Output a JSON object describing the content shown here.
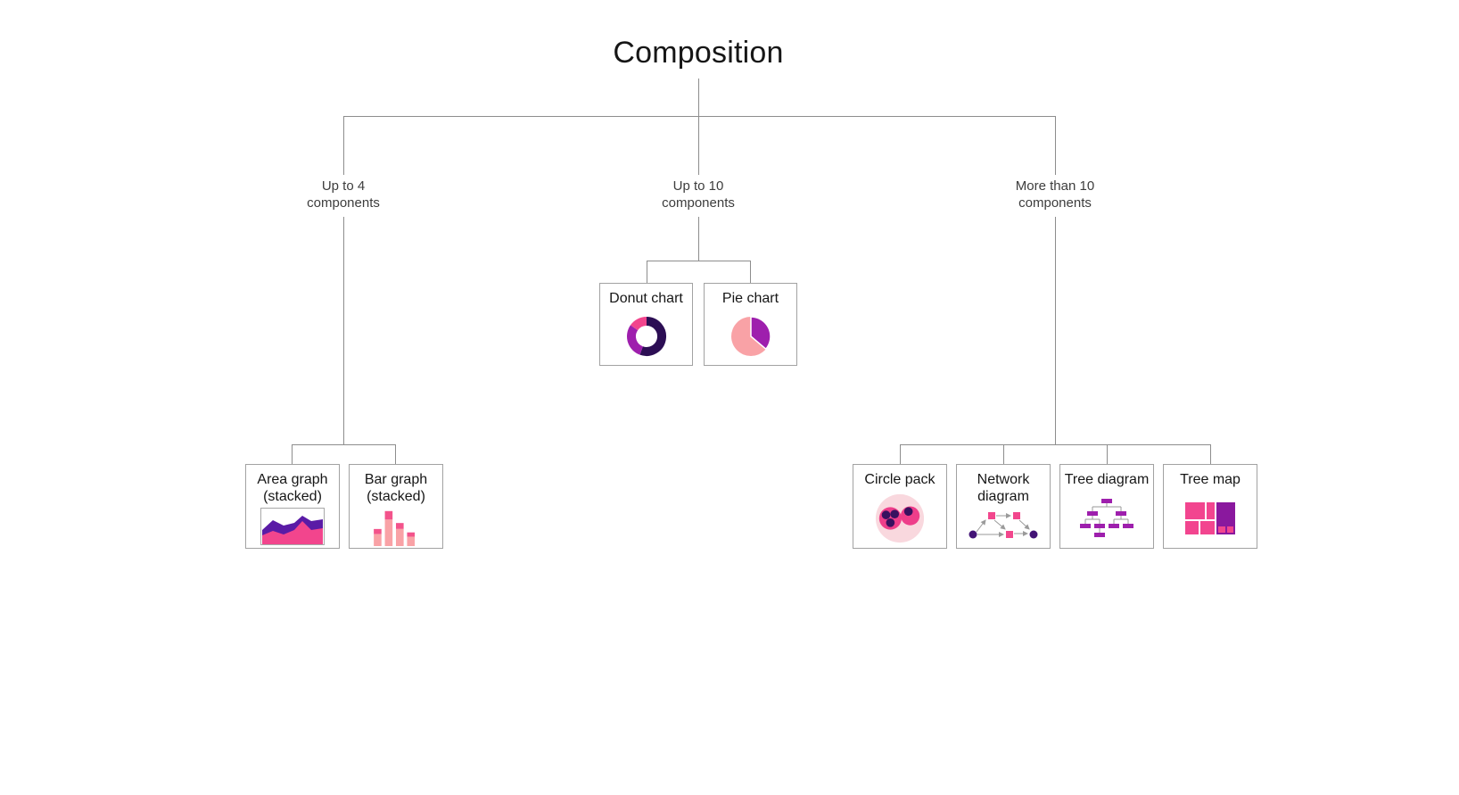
{
  "title": "Composition",
  "branches": {
    "up_to_4": {
      "line1": "Up to 4",
      "line2": "components"
    },
    "up_to_10": {
      "line1": "Up to 10",
      "line2": "components"
    },
    "more_than_10": {
      "line1": "More than 10",
      "line2": "components"
    }
  },
  "nodes": {
    "donut_chart": {
      "label": "Donut chart"
    },
    "pie_chart": {
      "label": "Pie chart"
    },
    "area_graph": {
      "line1": "Area graph",
      "line2": "(stacked)"
    },
    "bar_graph": {
      "line1": "Bar graph",
      "line2": "(stacked)"
    },
    "circle_pack": {
      "label": "Circle pack"
    },
    "network_diagram": {
      "line1": "Network",
      "line2": "diagram"
    },
    "tree_diagram": {
      "label": "Tree diagram"
    },
    "tree_map": {
      "label": "Tree map"
    }
  },
  "icons": {
    "donut_chart": "donut-chart-icon",
    "pie_chart": "pie-chart-icon",
    "area_graph": "area-graph-icon",
    "bar_graph": "bar-graph-icon",
    "circle_pack": "circle-pack-icon",
    "network_diagram": "network-diagram-icon",
    "tree_diagram": "tree-diagram-icon",
    "tree_map": "tree-map-icon"
  },
  "colors": {
    "text_dark": "#161616",
    "text_gray": "#3d3d3d",
    "connector_gray": "#8d8d8d",
    "box_border_gray": "#a2a2a2",
    "pink": "#f2458d",
    "salmon": "#f9a2a6",
    "magenta_purple": "#9e1fad",
    "violet": "#5a1ba6",
    "dark_purple": "#2c0e54",
    "light_pink_bg": "#f9d8de"
  }
}
